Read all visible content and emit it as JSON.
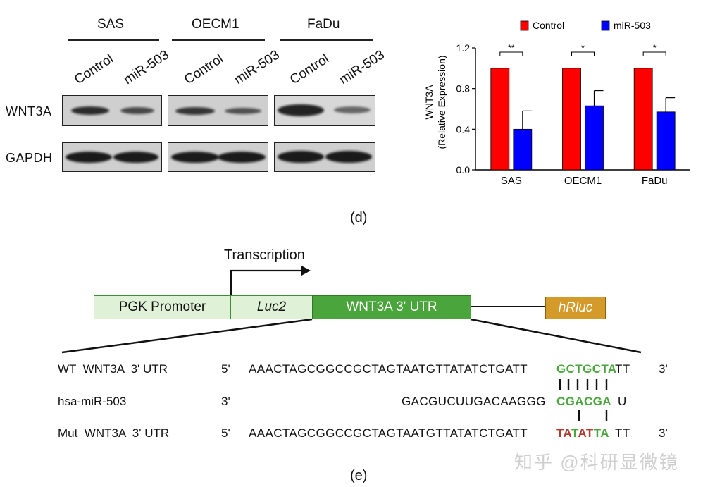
{
  "panel_d": {
    "label": "(d)",
    "western_blot": {
      "groups": [
        "SAS",
        "OECM1",
        "FaDu"
      ],
      "lanes": [
        "Control",
        "miR-503",
        "Control",
        "miR-503",
        "Control",
        "miR-503"
      ],
      "rows": [
        "WNT3A",
        "GAPDH"
      ]
    },
    "chart_data": {
      "type": "bar",
      "categories": [
        "SAS",
        "OECM1",
        "FaDu"
      ],
      "series": [
        {
          "name": "Control",
          "values": [
            1.0,
            1.0,
            1.0
          ],
          "errors": [
            0,
            0,
            0
          ],
          "color": "#ff0000"
        },
        {
          "name": "miR-503",
          "values": [
            0.4,
            0.63,
            0.57
          ],
          "errors": [
            0.18,
            0.15,
            0.14
          ],
          "color": "#0000ff"
        }
      ],
      "title": "",
      "ylabel_line1": "WNT3A",
      "ylabel_line2": "(Relative Expression)",
      "ylim": [
        0.0,
        1.2
      ],
      "yticks": [
        "0.0",
        "0.4",
        "0.8",
        "1.2"
      ],
      "significance": [
        "**",
        "*",
        "*"
      ],
      "legend": "top"
    }
  },
  "panel_e": {
    "label": "(e)",
    "transcription_label": "Transcription",
    "construct": {
      "promoter": "PGK Promoter",
      "luc2": "Luc2",
      "utr": "WNT3A 3' UTR",
      "hrluc": "hRluc"
    },
    "sequences": {
      "wt": {
        "name": "WT  WNT3A  3' UTR",
        "end5": "5'",
        "seq": "AAACTAGCGGCCGCTAGTAATGTTATATCTGATT",
        "site": "GCTGCTA",
        "tail": "TT",
        "end3": "3'"
      },
      "mir": {
        "name": "hsa-miR-503",
        "end3": "3'",
        "seq": "GACGUCUUGACAAGGG",
        "site": "CGACGA",
        "tail": "U"
      },
      "mut": {
        "name": "Mut  WNT3A  3' UTR",
        "end5": "5'",
        "seq": "AAACTAGCGGCCGCTAGTAATGTTATATCTGATT",
        "site_parts": [
          "TA",
          "T",
          "AT",
          "TA"
        ],
        "tail": "TT",
        "end3": "3'"
      }
    }
  },
  "watermark": "知乎 @科研显微镜",
  "colors": {
    "control": "#ff0000",
    "mir503": "#0000ff",
    "promoter_fill": "#dff2d8",
    "utr_fill": "#4aa63c",
    "hrluc_fill": "#d49a2a"
  }
}
